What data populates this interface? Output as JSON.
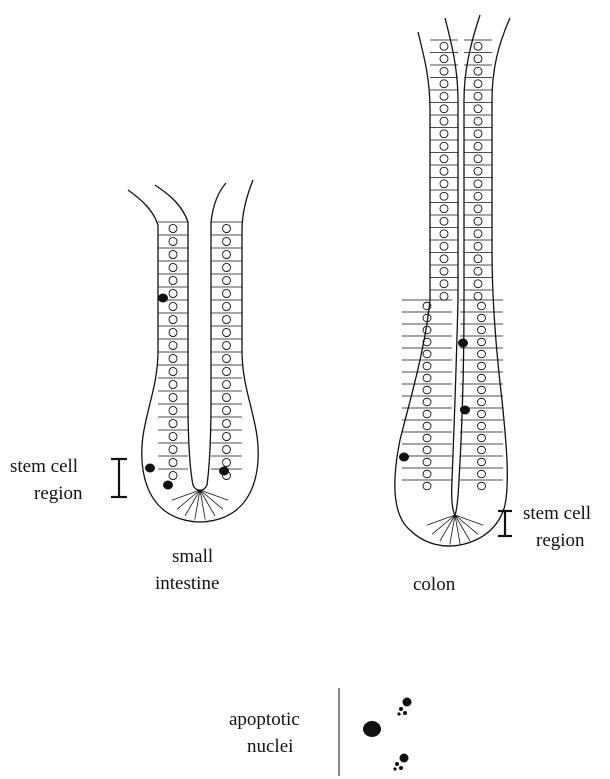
{
  "crypts": {
    "small_intestine": {
      "label_line1": "small",
      "label_line2": "intestine"
    },
    "colon": {
      "label": "colon"
    }
  },
  "stem_cell_label": {
    "line1": "stem cell",
    "line2": "region"
  },
  "legend": {
    "line1": "apoptotic",
    "line2": "nuclei"
  }
}
